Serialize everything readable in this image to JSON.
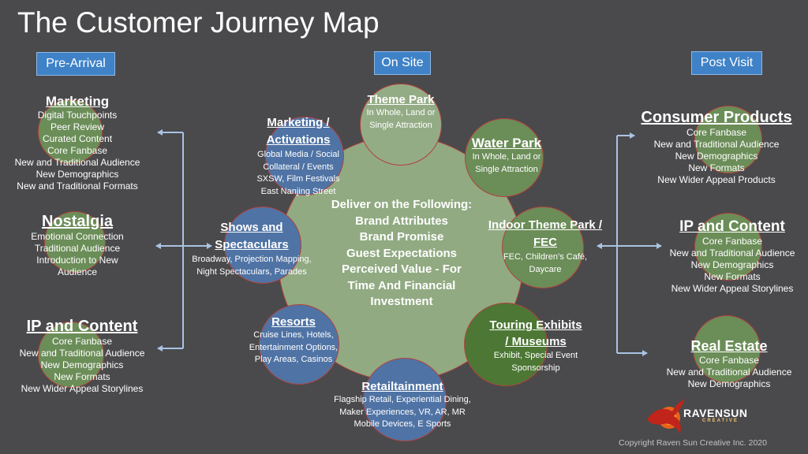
{
  "title": "The Customer Journey Map",
  "phases": {
    "pre_arrival": "Pre-Arrival",
    "on_site": "On Site",
    "post_visit": "Post Visit"
  },
  "center": {
    "heading": "Deliver on the Following:",
    "lines": [
      "Brand Attributes",
      "Brand Promise",
      "Guest Expectations",
      "Perceived Value - For",
      "Time And Financial",
      "Investment"
    ]
  },
  "pre_arrival": [
    {
      "heading": "Marketing",
      "lines": [
        "Digital Touchpoints",
        "Peer Review",
        "Curated Content",
        "Core Fanbase",
        "New and Traditional Audience",
        "New Demographics",
        "New  and Traditional Formats"
      ]
    },
    {
      "heading": "Nostalgia",
      "lines": [
        "Emotional Connection",
        "Traditional Audience",
        "Introduction to New",
        "Audience"
      ]
    },
    {
      "heading": "IP and Content",
      "lines": [
        "Core Fanbase",
        "New and Traditional Audience",
        "New Demographics",
        "New Formats",
        "New Wider Appeal Storylines"
      ]
    }
  ],
  "on_site": [
    {
      "heading": "Theme Park",
      "lines": [
        "In Whole, Land or",
        "Single Attraction"
      ]
    },
    {
      "heading": "Water Park",
      "lines": [
        "In Whole, Land or",
        "Single Attraction"
      ]
    },
    {
      "heading_lines": [
        "Indoor Theme Park /",
        "FEC"
      ],
      "lines": [
        "FEC, Children’s Café,",
        "Daycare"
      ]
    },
    {
      "heading_lines": [
        "Touring Exhibits",
        "/ Museums"
      ],
      "lines": [
        "Exhibit, Special Event",
        "Sponsorship"
      ]
    },
    {
      "heading": "Retailtainment",
      "lines": [
        "Flagship Retail, Experiential Dining,",
        "Maker Experiences, VR, AR, MR",
        "Mobile Devices, E Sports"
      ]
    },
    {
      "heading": "Resorts",
      "lines": [
        "Cruise Lines, Hotels,",
        "Entertainment Options,",
        "Play Areas, Casinos"
      ]
    },
    {
      "heading_lines": [
        "Shows and",
        "Spectaculars"
      ],
      "lines": [
        "Broadway, Projection Mapping,",
        "Night Spectaculars, Parades"
      ]
    },
    {
      "heading_lines": [
        "Marketing /",
        "Activations"
      ],
      "lines": [
        "Global Media / Social",
        "Collateral / Events",
        "SXSW, Film Festivals",
        "East Nanjing Street"
      ]
    }
  ],
  "post_visit": [
    {
      "heading": "Consumer Products",
      "lines": [
        "Core Fanbase",
        "New and Traditional Audience",
        "New Demographics",
        "New Formats",
        "New Wider Appeal Products"
      ]
    },
    {
      "heading": "IP and Content",
      "lines": [
        "Core Fanbase",
        "New and Traditional Audience",
        "New Demographics",
        "New Formats",
        "New Wider Appeal Storylines"
      ]
    },
    {
      "heading": "Real Estate",
      "lines": [
        "Core Fanbase",
        "New and Traditional Audience",
        "New Demographics"
      ]
    }
  ],
  "logo": {
    "line1": "RAVENSUN",
    "line2": "CREATIVE"
  },
  "copyright": "Copyright Raven Sun Creative Inc. 2020",
  "colors": {
    "background": "#4a4a4c",
    "phase_tag": "#3f82c7",
    "center_green": "#91aa82",
    "dark_green": "#4c7734",
    "mid_green": "#6b8d58",
    "blue_circle": "#4f73a4",
    "connector": "#a9c3e3",
    "circle_border": "#b3413d"
  }
}
